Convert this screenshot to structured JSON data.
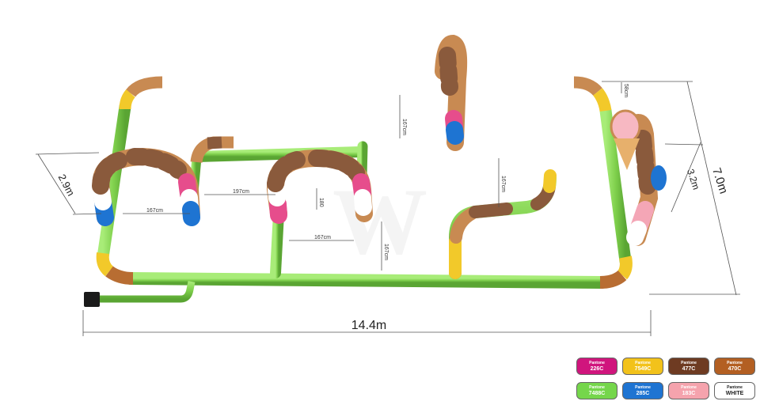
{
  "dimensions": {
    "length": "14.4m",
    "depth": "7.0m",
    "right_arch_width": "3.2m",
    "left_arch_width": "2.9m",
    "inner_top": "167cm",
    "inner_left_arch": "167cm",
    "inner_center": "167cm",
    "inner_lower_center": "167cm",
    "inner_right_vertical": "167cm",
    "inner_gap": "197cm",
    "arch_height": "180",
    "tube_top_right": "58cm"
  },
  "swatches": [
    {
      "brand": "Pantone",
      "code": "226C",
      "color": "#d0157d"
    },
    {
      "brand": "Pantone",
      "code": "7549C",
      "color": "#f2c21b"
    },
    {
      "brand": "Pantone",
      "code": "477C",
      "color": "#6e3b22"
    },
    {
      "brand": "Pantone",
      "code": "470C",
      "color": "#b35f22"
    },
    {
      "brand": "Pantone",
      "code": "7488C",
      "color": "#75d64b"
    },
    {
      "brand": "Pantone",
      "code": "285C",
      "color": "#1e74d2"
    },
    {
      "brand": "Pantone",
      "code": "183C",
      "color": "#f5a3ad"
    },
    {
      "brand": "Pantone",
      "code": "WHITE",
      "color": "#ffffff"
    }
  ],
  "colors": {
    "green": "#86d654",
    "yellow": "#f2c92a",
    "brown": "#8a5a3c",
    "tan": "#c88a52",
    "pink": "#e64d8c",
    "blue": "#3f86d6",
    "light_pink": "#f4a6b6",
    "white": "#ffffff"
  }
}
